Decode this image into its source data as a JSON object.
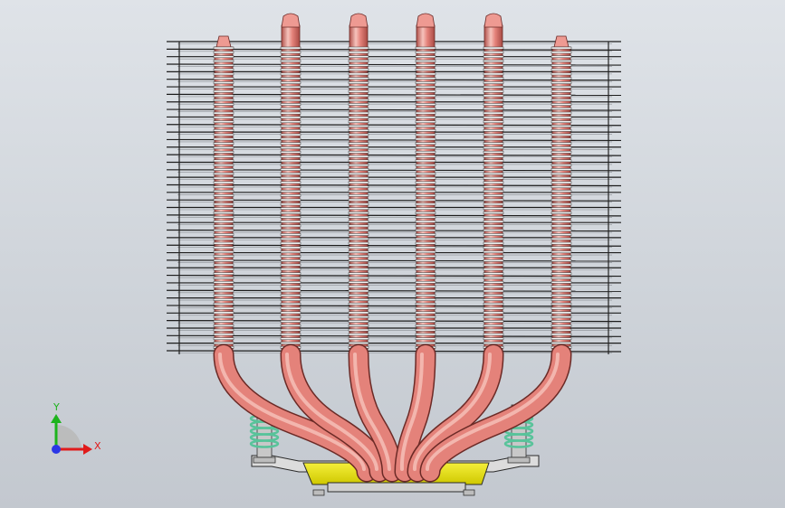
{
  "viewport": {
    "background_top": "#dfe3e8",
    "background_bottom": "#c3c8cf"
  },
  "model": {
    "heatpipe_color": "#e4827a",
    "heatpipe_highlight": "#f6c3bc",
    "heatpipe_shadow": "#b0504a",
    "fin_color": "#1c1c1c",
    "base_plate_color": "#e6e000",
    "spring_color": "#58c39a",
    "bracket_color": "#d8d8d8",
    "heatpipe_count": 6,
    "fin_count": 42
  },
  "triad": {
    "y_label": "Y",
    "x_label": "X",
    "y_color": "#1db31d",
    "x_color": "#e01b1b",
    "z_color": "#2a36e6"
  }
}
